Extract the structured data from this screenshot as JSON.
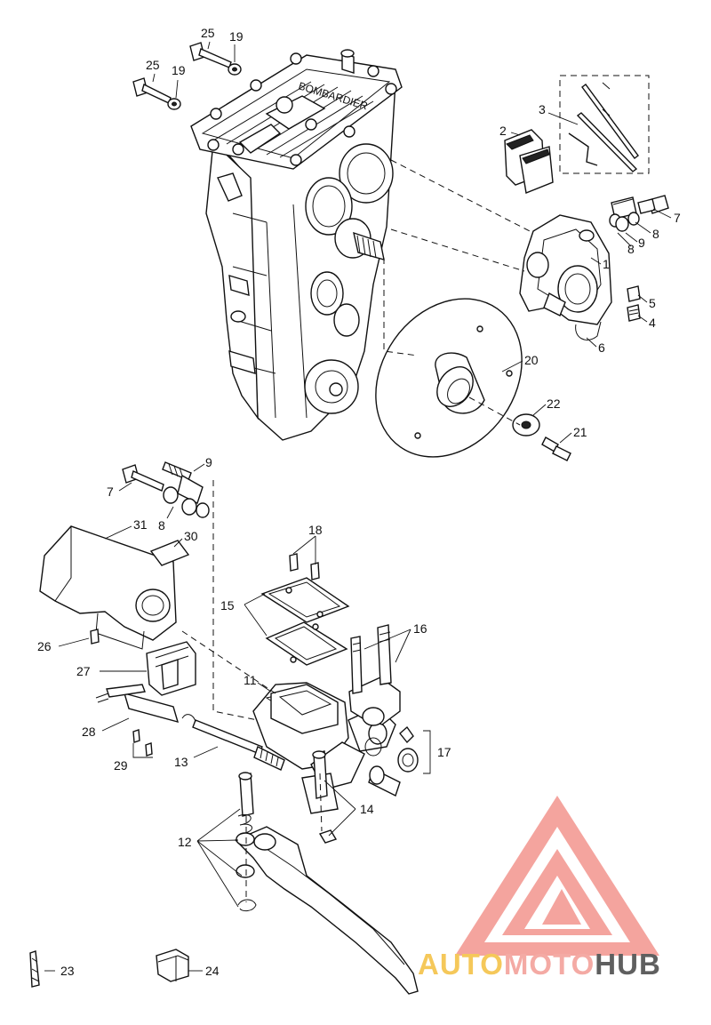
{
  "casting_text": "BOMBARDIER",
  "callouts": [
    {
      "id": "c25a",
      "text": "25"
    },
    {
      "id": "c19a",
      "text": "19"
    },
    {
      "id": "c25b",
      "text": "25"
    },
    {
      "id": "c19b",
      "text": "19"
    },
    {
      "id": "c2",
      "text": "2"
    },
    {
      "id": "c3",
      "text": "3"
    },
    {
      "id": "c7a",
      "text": "7"
    },
    {
      "id": "c8a",
      "text": "8"
    },
    {
      "id": "c9a",
      "text": "9"
    },
    {
      "id": "c8b",
      "text": "8"
    },
    {
      "id": "c1",
      "text": "1"
    },
    {
      "id": "c5",
      "text": "5"
    },
    {
      "id": "c4",
      "text": "4"
    },
    {
      "id": "c6",
      "text": "6"
    },
    {
      "id": "c20",
      "text": "20"
    },
    {
      "id": "c22",
      "text": "22"
    },
    {
      "id": "c21",
      "text": "21"
    },
    {
      "id": "c9b",
      "text": "9"
    },
    {
      "id": "c7b",
      "text": "7"
    },
    {
      "id": "c8c",
      "text": "8"
    },
    {
      "id": "c31",
      "text": "31"
    },
    {
      "id": "c30",
      "text": "30"
    },
    {
      "id": "c18",
      "text": "18"
    },
    {
      "id": "c15",
      "text": "15"
    },
    {
      "id": "c16",
      "text": "16"
    },
    {
      "id": "c26",
      "text": "26"
    },
    {
      "id": "c27",
      "text": "27"
    },
    {
      "id": "c11",
      "text": "11"
    },
    {
      "id": "c28",
      "text": "28"
    },
    {
      "id": "c17",
      "text": "17"
    },
    {
      "id": "c13",
      "text": "13"
    },
    {
      "id": "c29",
      "text": "29"
    },
    {
      "id": "c14",
      "text": "14"
    },
    {
      "id": "c12",
      "text": "12"
    },
    {
      "id": "c23",
      "text": "23"
    },
    {
      "id": "c24",
      "text": "24"
    }
  ],
  "watermark": {
    "parts": [
      "AUTO",
      "MOTO",
      "HUB"
    ],
    "colors": {
      "auto": "#f5c85a",
      "moto": "#f4aaa4",
      "hub": "#5f5f5f",
      "triangle": "#f28e86"
    }
  }
}
